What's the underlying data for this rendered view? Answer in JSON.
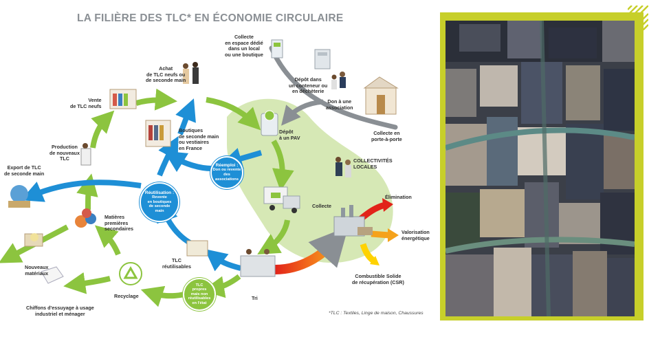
{
  "title": "LA FILIÈRE DES TLC* EN ÉCONOMIE CIRCULAIRE",
  "footnote": "*TLC : Textiles, Linge de maison, Chaussures",
  "colors": {
    "green_arrow": "#8cc43f",
    "blue_arrow": "#1e8fd6",
    "territory": "#d6e8b5",
    "red_arrow": "#e2231a",
    "orange_arrow": "#f5a21b",
    "yellow_arrow": "#ffd200",
    "photo_frame": "#c7cf2a"
  },
  "labels": {
    "collecte_espace": "Collecte\nen espace dédié\ndans un local\nou une boutique",
    "depot_conteneur": "Dépôt dans\nun conteneur ou\nen déchèterie",
    "don_association": "Don à une\nassociation",
    "collecte_porte": "Collecte en\nporte-à-porte",
    "depot_pav": "Dépôt\nà un PAV",
    "collectivites": "COLLECTIVITÉS\nLOCALES",
    "collecte": "Collecte",
    "elimination": "Élimination",
    "valorisation": "Valorisation\nénergétique",
    "csr": "Combustible Solide\nde récupération (CSR)",
    "tri": "Tri",
    "tlc_reutilisables": "TLC\nréutilisables",
    "recyclage": "Recyclage",
    "chiffons": "Chiffons d'essuyage à usage\nindustriel et ménager",
    "nouveaux_materiaux": "Nouveaux\nmatériaux",
    "matieres_premieres": "Matières\npremières\nsecondaires",
    "export": "Export de TLC\nde seconde main",
    "production": "Production\nde nouveaux\nTLC",
    "vente": "Vente\nde TLC neufs",
    "achat": "Achat\nde TLC neufs ou\nde seconde main",
    "boutiques": "Boutiques\nde seconde main\nou vestiaires\nen France"
  },
  "bubbles": {
    "reemploi_head": "Réemploi :",
    "reemploi_body": "Don ou revente\ndes\nassociations",
    "reutilisation_head": "Réutilisation :",
    "reutilisation_body": "Revente\nen boutiques\nde seconde\nmain",
    "propres_body": "TLC\npropres\nmais non\nréutilisables\nen l'état"
  },
  "icons": {
    "truck": "truck-icon",
    "recycle": "recycle-icon",
    "factory": "factory-icon",
    "globe": "globe-icon",
    "container": "container-icon",
    "photo": "textile-bales-photo"
  }
}
